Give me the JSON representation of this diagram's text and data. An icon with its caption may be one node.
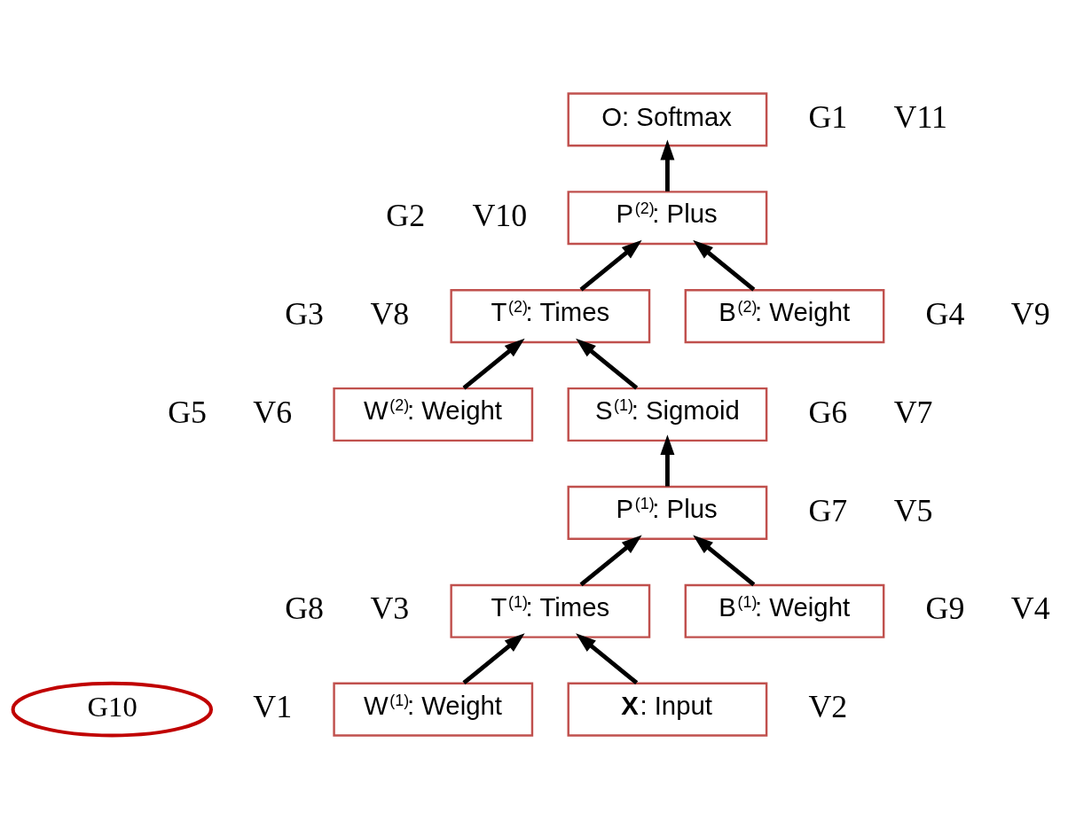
{
  "diagram": {
    "nodes": [
      {
        "text": [
          "O: Softmax"
        ],
        "beside": [
          "G1",
          "V11"
        ]
      },
      {
        "text": [
          "P$^{(2)}$: Plus"
        ],
        "beside": [
          "G2",
          "V10"
        ]
      },
      {
        "text": [
          "T$^{(2)}$: Times"
        ],
        "beside": [
          "G3",
          "V8"
        ]
      },
      {
        "text": [
          "B$^{(2)}$: Weight"
        ],
        "beside": [
          "G4",
          "V9"
        ]
      },
      {
        "text": [
          "W$^{(2)}$: Weight"
        ],
        "beside": [
          "G5",
          "V6"
        ]
      },
      {
        "text": [
          "S$^{(1)}$: Sigmoid"
        ],
        "beside": [
          "G6",
          "V7"
        ]
      },
      {
        "text": [
          "P$^{(1)}$: Plus"
        ],
        "beside": [
          "G7",
          "V5"
        ]
      },
      {
        "text": [
          "T$^{(1)}$: Times"
        ],
        "beside": [
          "G8",
          "V3"
        ]
      },
      {
        "text": [
          "B$^{(1)}$: Weight"
        ],
        "beside": [
          "G9",
          "V4"
        ]
      },
      {
        "text": [
          "G10"
        ]
      },
      {
        "text": [
          "W$^{(1)}$: Weight"
        ],
        "beside": [
          "V1"
        ]
      },
      {
        "text": [
          "**X**: Input"
        ],
        "beside": [
          "V2"
        ]
      }
    ],
    "edges": [
      {
        "from": 1,
        "to": 0,
        "arrow": "to"
      },
      {
        "from": 2,
        "to": 1,
        "arrow": "to"
      },
      {
        "from": 3,
        "to": 1,
        "arrow": "to"
      },
      {
        "from": 4,
        "to": 2,
        "arrow": "to"
      },
      {
        "from": 5,
        "to": 2,
        "arrow": "to"
      },
      {
        "from": 6,
        "to": 5,
        "arrow": "to"
      },
      {
        "from": 7,
        "to": 6,
        "arrow": "to"
      },
      {
        "from": 8,
        "to": 6,
        "arrow": "to"
      },
      {
        "from": 10,
        "to": 7,
        "arrow": "to"
      },
      {
        "from": 11,
        "to": 7,
        "arrow": "to"
      }
    ]
  }
}
